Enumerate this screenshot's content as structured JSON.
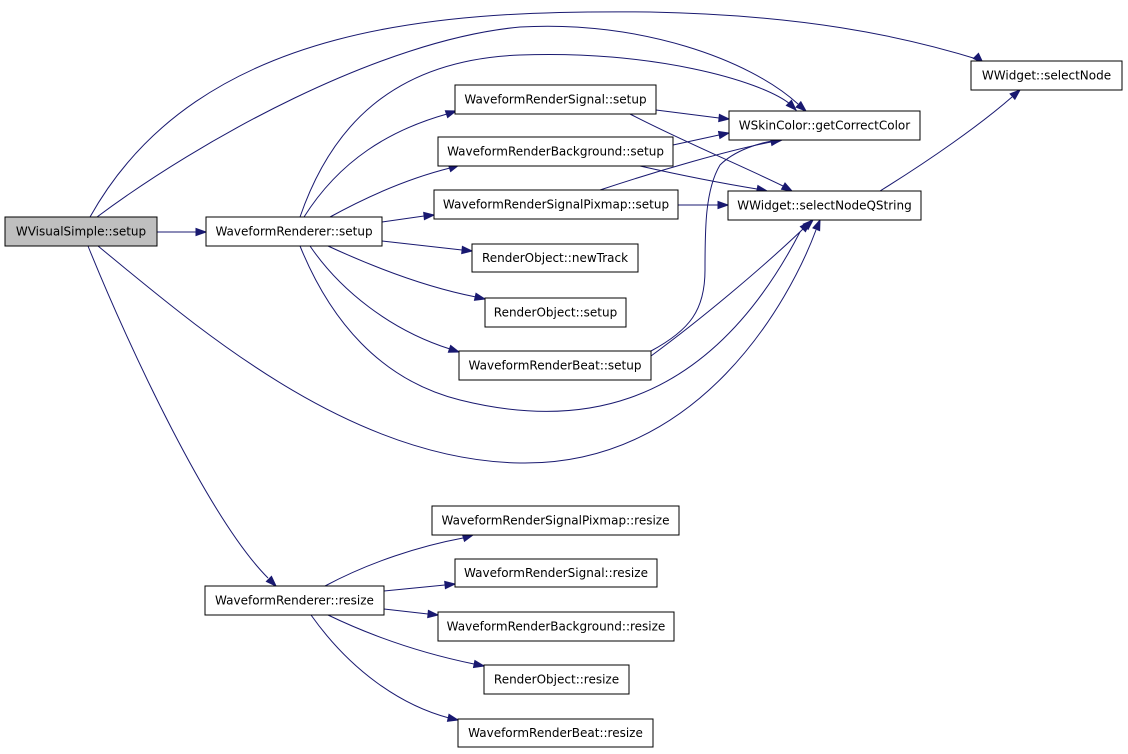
{
  "graph": {
    "edge_color": "#191970",
    "current_node_fill": "#bfbfbf",
    "nodes": [
      {
        "id": "wvisualsimple-setup",
        "label": "WVisualSimple::setup",
        "current": true
      },
      {
        "id": "waveformrenderer-setup",
        "label": "WaveformRenderer::setup"
      },
      {
        "id": "waveformrenderer-resize",
        "label": "WaveformRenderer::resize"
      },
      {
        "id": "waveformrendersignal-setup",
        "label": "WaveformRenderSignal::setup"
      },
      {
        "id": "waveformrenderbackground-setup",
        "label": "WaveformRenderBackground::setup"
      },
      {
        "id": "waveformrendersignalpixmap-setup",
        "label": "WaveformRenderSignalPixmap::setup"
      },
      {
        "id": "renderobject-newtrack",
        "label": "RenderObject::newTrack"
      },
      {
        "id": "renderobject-setup",
        "label": "RenderObject::setup"
      },
      {
        "id": "waveformrenderbeat-setup",
        "label": "WaveformRenderBeat::setup"
      },
      {
        "id": "wskincolor-getcorrectcolor",
        "label": "WSkinColor::getCorrectColor"
      },
      {
        "id": "wwidget-selectnodeqstring",
        "label": "WWidget::selectNodeQString"
      },
      {
        "id": "wwidget-selectnode",
        "label": "WWidget::selectNode"
      },
      {
        "id": "waveformrendersignalpixmap-resize",
        "label": "WaveformRenderSignalPixmap::resize"
      },
      {
        "id": "waveformrendersignal-resize",
        "label": "WaveformRenderSignal::resize"
      },
      {
        "id": "waveformrenderbackground-resize",
        "label": "WaveformRenderBackground::resize"
      },
      {
        "id": "renderobject-resize",
        "label": "RenderObject::resize"
      },
      {
        "id": "waveformrenderbeat-resize",
        "label": "WaveformRenderBeat::resize"
      }
    ],
    "edges": [
      {
        "from": "wvisualsimple-setup",
        "to": "waveformrenderer-setup"
      },
      {
        "from": "wvisualsimple-setup",
        "to": "wwidget-selectnode"
      },
      {
        "from": "wvisualsimple-setup",
        "to": "wskincolor-getcorrectcolor"
      },
      {
        "from": "wvisualsimple-setup",
        "to": "wwidget-selectnodeqstring"
      },
      {
        "from": "wvisualsimple-setup",
        "to": "waveformrenderer-resize"
      },
      {
        "from": "waveformrenderer-setup",
        "to": "waveformrendersignal-setup"
      },
      {
        "from": "waveformrenderer-setup",
        "to": "waveformrenderbackground-setup"
      },
      {
        "from": "waveformrenderer-setup",
        "to": "waveformrendersignalpixmap-setup"
      },
      {
        "from": "waveformrenderer-setup",
        "to": "renderobject-newtrack"
      },
      {
        "from": "waveformrenderer-setup",
        "to": "renderobject-setup"
      },
      {
        "from": "waveformrenderer-setup",
        "to": "waveformrenderbeat-setup"
      },
      {
        "from": "waveformrenderer-setup",
        "to": "wskincolor-getcorrectcolor"
      },
      {
        "from": "waveformrenderer-setup",
        "to": "wwidget-selectnodeqstring"
      },
      {
        "from": "waveformrendersignal-setup",
        "to": "wskincolor-getcorrectcolor"
      },
      {
        "from": "waveformrendersignal-setup",
        "to": "wwidget-selectnodeqstring"
      },
      {
        "from": "waveformrenderbackground-setup",
        "to": "wskincolor-getcorrectcolor"
      },
      {
        "from": "waveformrenderbackground-setup",
        "to": "wwidget-selectnodeqstring"
      },
      {
        "from": "waveformrendersignalpixmap-setup",
        "to": "wskincolor-getcorrectcolor"
      },
      {
        "from": "waveformrendersignalpixmap-setup",
        "to": "wwidget-selectnodeqstring"
      },
      {
        "from": "waveformrenderbeat-setup",
        "to": "wskincolor-getcorrectcolor"
      },
      {
        "from": "waveformrenderbeat-setup",
        "to": "wwidget-selectnodeqstring"
      },
      {
        "from": "wwidget-selectnodeqstring",
        "to": "wwidget-selectnode"
      },
      {
        "from": "waveformrenderer-resize",
        "to": "waveformrendersignalpixmap-resize"
      },
      {
        "from": "waveformrenderer-resize",
        "to": "waveformrendersignal-resize"
      },
      {
        "from": "waveformrenderer-resize",
        "to": "waveformrenderbackground-resize"
      },
      {
        "from": "waveformrenderer-resize",
        "to": "renderobject-resize"
      },
      {
        "from": "waveformrenderer-resize",
        "to": "waveformrenderbeat-resize"
      }
    ]
  }
}
